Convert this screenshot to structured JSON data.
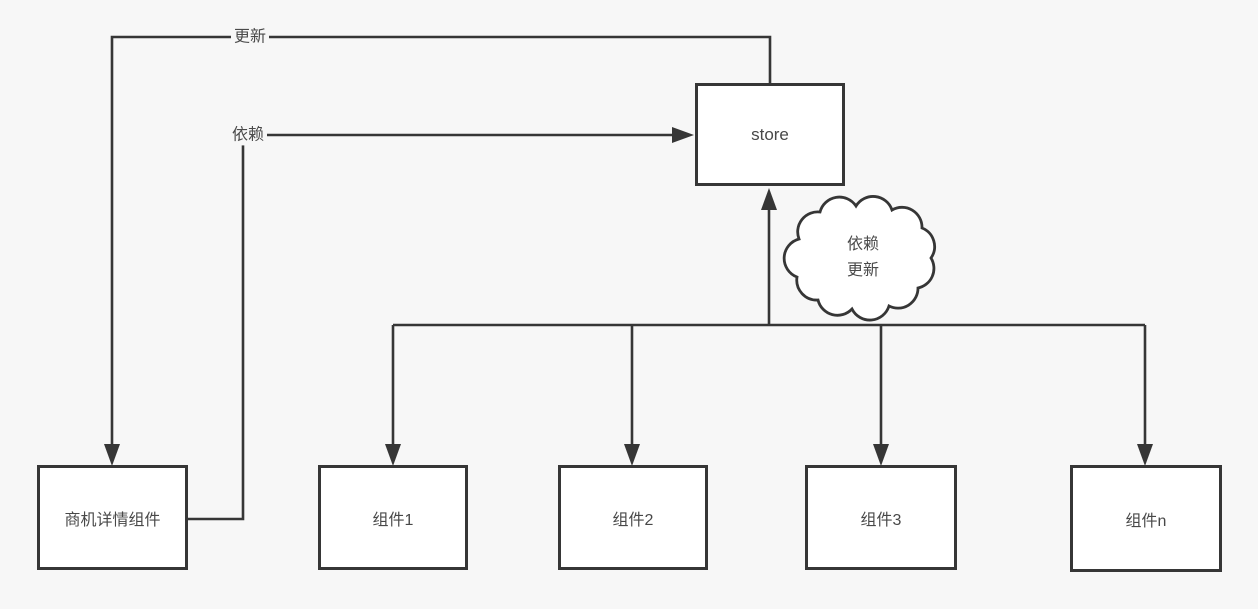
{
  "canvas": {
    "background_color": "#f7f7f7",
    "line_color": "#363636",
    "node_fill_color": "#ffffff",
    "text_color": "#484848"
  },
  "nodes": {
    "store": {
      "label": "store"
    },
    "opportunity_detail": {
      "label": "商机详情组件"
    },
    "component_1": {
      "label": "组件1"
    },
    "component_2": {
      "label": "组件2"
    },
    "component_3": {
      "label": "组件3"
    },
    "component_n": {
      "label": "组件n"
    }
  },
  "edge_labels": {
    "update": "更新",
    "depend": "依赖"
  },
  "cloud_annotation": {
    "line_1": "依赖",
    "line_2": "更新"
  }
}
